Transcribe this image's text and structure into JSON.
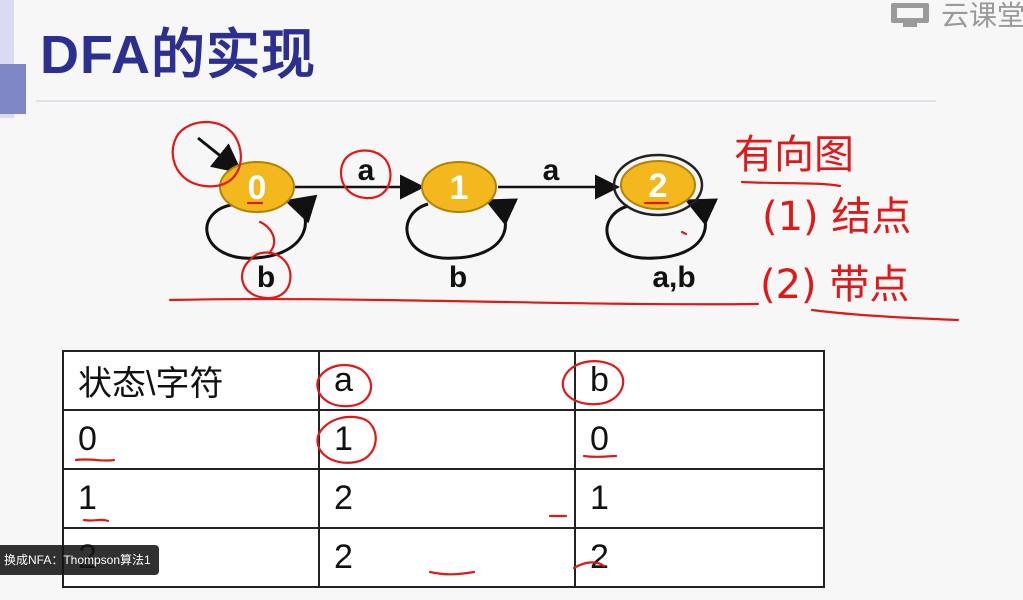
{
  "slide": {
    "title": "DFA的实现"
  },
  "watermark": {
    "brand": "云课堂",
    "icon": "classroom-logo-icon"
  },
  "diagram": {
    "states": [
      "0",
      "1",
      "2"
    ],
    "edges": {
      "s0_to_s1": "a",
      "s1_to_s2": "a",
      "s0_loop": "b",
      "s1_loop": "b",
      "s2_loop": "a,b"
    }
  },
  "annotation": {
    "line1": "有向图",
    "line2": "(1) 结点",
    "line3": "(2) 带点"
  },
  "table": {
    "header": [
      "状态\\字符",
      "a",
      "b"
    ],
    "rows": [
      [
        "0",
        "1",
        "0"
      ],
      [
        "1",
        "2",
        "1"
      ],
      [
        "2",
        "2",
        "2"
      ]
    ]
  },
  "video_overlay": {
    "caption": "换成NFA：Thompson算法1"
  },
  "colors": {
    "title": "#2b2f8f",
    "state_fill": "#f3b81e",
    "ink": "#e01818"
  }
}
